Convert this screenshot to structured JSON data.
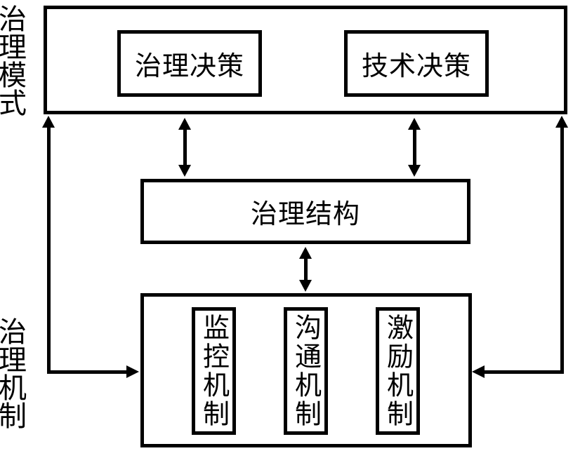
{
  "figure": {
    "colors": {
      "line": "#000000",
      "background": "#ffffff",
      "text": "#000000"
    },
    "left_labels": {
      "top": "治理模式",
      "bottom": "治理机制"
    },
    "governance_mode_section": {
      "boxes": [
        {
          "label": "治理决策"
        },
        {
          "label": "技术决策"
        }
      ]
    },
    "structure_box": {
      "label": "治理结构"
    },
    "mechanism_section": {
      "boxes": [
        {
          "label": "监控机制"
        },
        {
          "label": "沟通机制"
        },
        {
          "label": "激励机制"
        }
      ]
    },
    "arrows": [
      {
        "from": "治理决策",
        "to": "治理结构",
        "type": "bidirectional-vertical"
      },
      {
        "from": "技术决策",
        "to": "治理结构",
        "type": "bidirectional-vertical"
      },
      {
        "from": "治理结构",
        "to": "治理机制",
        "type": "bidirectional-vertical"
      },
      {
        "from": "治理机制",
        "to": "治理模式",
        "type": "elbow-left-side"
      },
      {
        "from": "治理机制",
        "to": "治理模式",
        "type": "elbow-right-side"
      }
    ]
  }
}
